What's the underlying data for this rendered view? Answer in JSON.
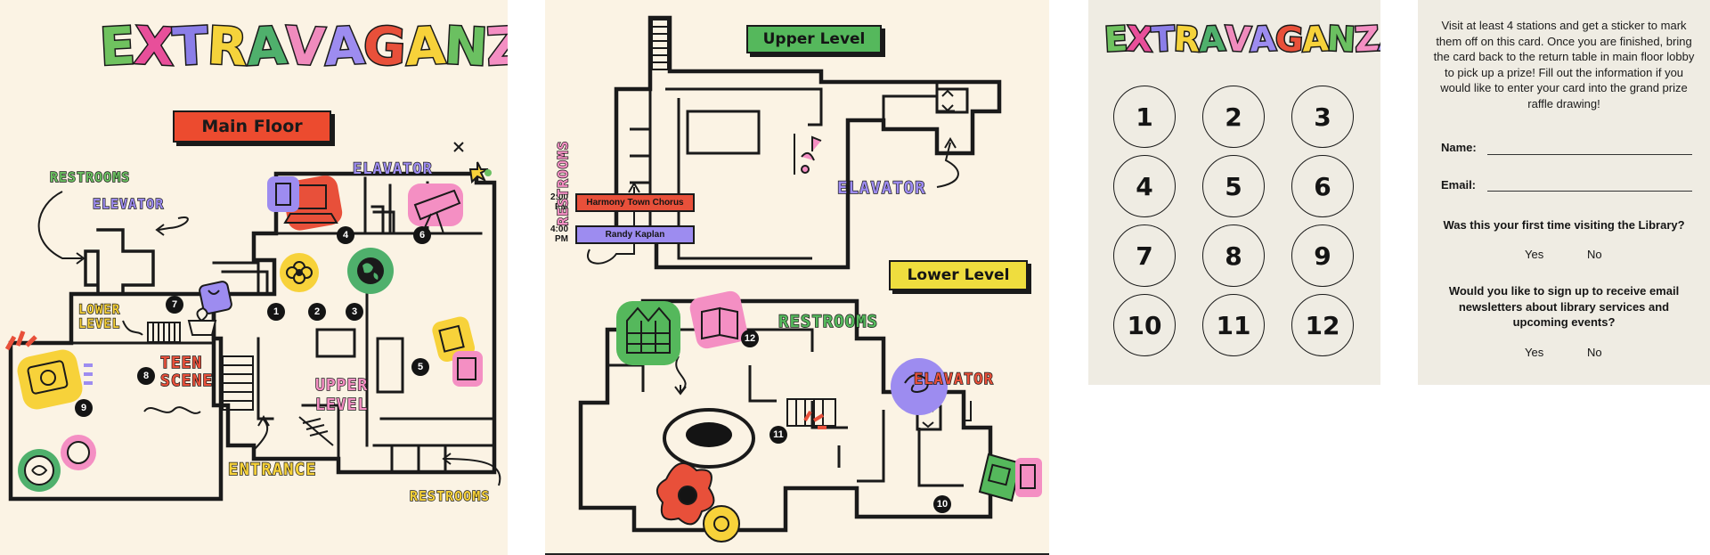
{
  "brand": {
    "title": "EXTRAVAGANZA",
    "colors": [
      "#6fc25f",
      "#e84f9a",
      "#8b7ee8",
      "#f5d33b",
      "#4fb06c",
      "#f08bbd",
      "#9d8cf0",
      "#e8503a",
      "#f7d23a",
      "#6bc061",
      "#f48fc3",
      "#a391ef"
    ]
  },
  "main_floor": {
    "heading": "Main Floor",
    "labels": {
      "restrooms_top": "RESTROOMS",
      "elevator_left": "ELEVATOR",
      "elevator_right": "ELAVATOR",
      "lower_level": [
        "LOWER",
        "LEVEL"
      ],
      "teen_scene": [
        "TEEN",
        "SCENE"
      ],
      "upper_level": [
        "UPPER",
        "LEVEL"
      ],
      "entrance": "ENTRANCE",
      "restrooms_bottom": "RESTROOMS"
    },
    "stations": [
      "1",
      "2",
      "3",
      "4",
      "5",
      "6",
      "7",
      "8",
      "9"
    ]
  },
  "levels": {
    "upper_heading": "Upper Level",
    "lower_heading": "Lower Level",
    "labels": {
      "restrooms_upper": "RESTROOMS",
      "elevator_upper": "ELAVATOR",
      "restrooms_lower": "RESTROOMS",
      "elevator_lower": "ELAVATOR"
    },
    "events": [
      {
        "time": "2:00 PM",
        "name": "Harmony Town Chorus",
        "color": "#e8503a"
      },
      {
        "time": "4:00 PM",
        "name": "Randy Kaplan",
        "color": "#9d8cf0"
      }
    ],
    "stations": [
      "10",
      "11",
      "12"
    ]
  },
  "stamp_card": {
    "title": "EXTRAVAGANZA",
    "circles": [
      "1",
      "2",
      "3",
      "4",
      "5",
      "6",
      "7",
      "8",
      "9",
      "10",
      "11",
      "12"
    ]
  },
  "entry_form": {
    "instructions": "Visit at least 4 stations and get a sticker to mark them off on this card. Once you are finished, bring the card back to the return table in main floor lobby to pick up a prize! Fill out the information if you would like to enter your card into the grand prize raffle drawing!",
    "name_label": "Name:",
    "email_label": "Email:",
    "question1": "Was this your first time visiting the Library?",
    "question2": "Would you like to sign up to receive email newsletters about library services and upcoming events?",
    "yes": "Yes",
    "no": "No"
  }
}
